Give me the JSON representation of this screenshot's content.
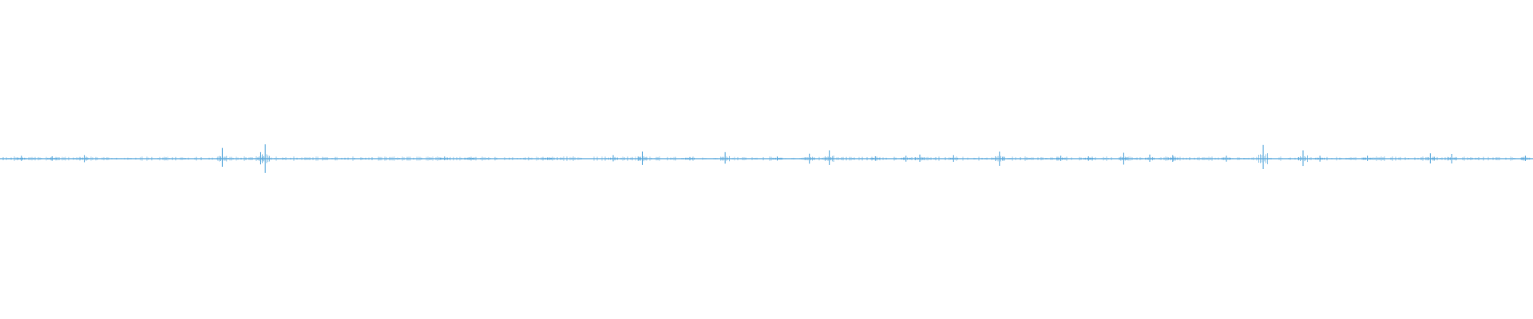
{
  "waveform": {
    "color": "#5aa9dc",
    "background": "#ffffff",
    "peaks": [
      {
        "t": 0.014,
        "amp": 0.025
      },
      {
        "t": 0.034,
        "amp": 0.02
      },
      {
        "t": 0.055,
        "amp": 0.03
      },
      {
        "t": 0.145,
        "amp": 0.09
      },
      {
        "t": 0.17,
        "amp": 0.055
      },
      {
        "t": 0.173,
        "amp": 0.12
      },
      {
        "t": 0.29,
        "amp": 0.018
      },
      {
        "t": 0.306,
        "amp": 0.012
      },
      {
        "t": 0.357,
        "amp": 0.01
      },
      {
        "t": 0.4,
        "amp": 0.03
      },
      {
        "t": 0.419,
        "amp": 0.06
      },
      {
        "t": 0.45,
        "amp": 0.015
      },
      {
        "t": 0.473,
        "amp": 0.055
      },
      {
        "t": 0.507,
        "amp": 0.018
      },
      {
        "t": 0.528,
        "amp": 0.042
      },
      {
        "t": 0.541,
        "amp": 0.07
      },
      {
        "t": 0.571,
        "amp": 0.02
      },
      {
        "t": 0.591,
        "amp": 0.025
      },
      {
        "t": 0.6,
        "amp": 0.035
      },
      {
        "t": 0.622,
        "amp": 0.03
      },
      {
        "t": 0.652,
        "amp": 0.06
      },
      {
        "t": 0.692,
        "amp": 0.025
      },
      {
        "t": 0.71,
        "amp": 0.02
      },
      {
        "t": 0.733,
        "amp": 0.05
      },
      {
        "t": 0.75,
        "amp": 0.035
      },
      {
        "t": 0.765,
        "amp": 0.03
      },
      {
        "t": 0.8,
        "amp": 0.025
      },
      {
        "t": 0.824,
        "amp": 0.115
      },
      {
        "t": 0.85,
        "amp": 0.07
      },
      {
        "t": 0.861,
        "amp": 0.025
      },
      {
        "t": 0.892,
        "amp": 0.025
      },
      {
        "t": 0.933,
        "amp": 0.045
      },
      {
        "t": 0.947,
        "amp": 0.04
      },
      {
        "t": 0.995,
        "amp": 0.025
      }
    ]
  }
}
